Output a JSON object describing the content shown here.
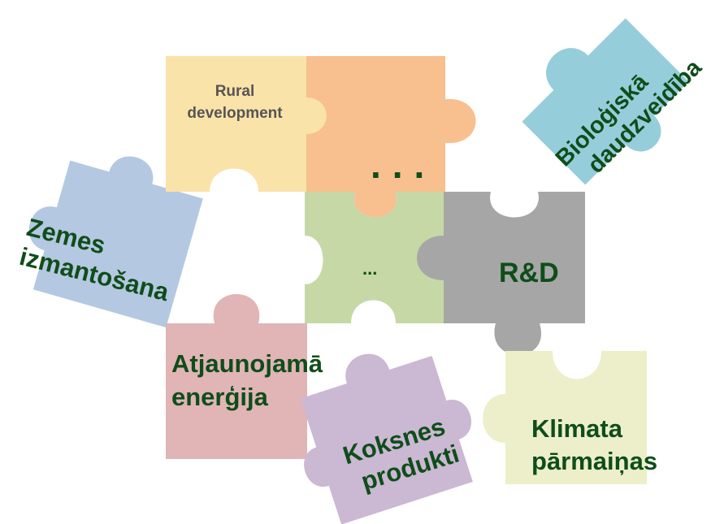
{
  "pieces": {
    "rural": {
      "line1": "Rural",
      "line2": "development",
      "color": "#fae3a9"
    },
    "orange": {
      "color": "#f8bf8f"
    },
    "green": {
      "dots": "...",
      "color": "#c6d8a6"
    },
    "rd": {
      "label": "R&D",
      "color": "#a6a6a6"
    },
    "zemes": {
      "line1": "Zemes",
      "line2": "izmantošana",
      "color": "#b4c8e2"
    },
    "bio": {
      "line1": "Bioloģiskā",
      "line2": "daudzveidība",
      "color": "#96cddb"
    },
    "atjauno": {
      "line1": "Atjaunojamā",
      "line2": "enerģija",
      "color": "#e1b4b6"
    },
    "koksnes": {
      "line1": "Koksnes",
      "line2": "produkti",
      "color": "#cbb8d3"
    },
    "klimata": {
      "line1": "Klimata",
      "line2": "pārmaiņas",
      "color": "#ecefc9"
    }
  },
  "separator": {
    "dots": "..."
  },
  "text_color": "#0f4d1a"
}
